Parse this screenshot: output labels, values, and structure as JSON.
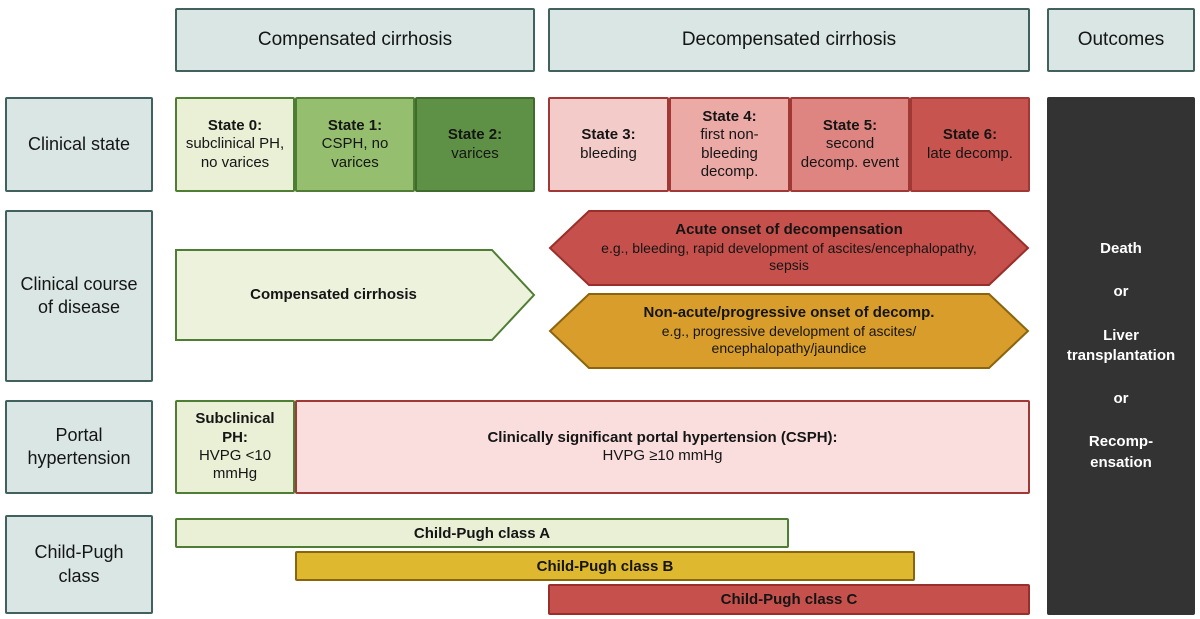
{
  "headers": {
    "compensated": "Compensated cirrhosis",
    "decompensated": "Decompensated cirrhosis",
    "outcomes": "Outcomes"
  },
  "row_labels": {
    "clinical_state": "Clinical state",
    "clinical_course": "Clinical course of disease",
    "portal_hypertension": "Portal hypertension",
    "child_pugh": "Child-Pugh class"
  },
  "clinical_states": [
    {
      "title": "State 0:",
      "desc": "subclinical PH, no varices",
      "bg": "#e9f0d5",
      "border": "#507d34"
    },
    {
      "title": "State 1:",
      "desc": "CSPH, no varices",
      "bg": "#95bf6f",
      "border": "#507d34"
    },
    {
      "title": "State 2:",
      "desc": "varices",
      "bg": "#5e9046",
      "border": "#3f6b2d"
    },
    {
      "title": "State 3:",
      "desc": "bleeding",
      "bg": "#f3cbc9",
      "border": "#a03835"
    },
    {
      "title": "State 4:",
      "desc": "first non-bleeding decomp.",
      "bg": "#ecaaa7",
      "border": "#a03835"
    },
    {
      "title": "State 5:",
      "desc": "second decomp. event",
      "bg": "#df8581",
      "border": "#a03835"
    },
    {
      "title": "State 6:",
      "desc": "late decomp.",
      "bg": "#c7544f",
      "border": "#a03835"
    }
  ],
  "course": {
    "compensated": {
      "label": "Compensated cirrhosis",
      "bg": "#ecf2dc",
      "border": "#507d34"
    },
    "acute": {
      "title": "Acute onset of decompensation",
      "desc": "e.g., bleeding, rapid development of ascites/encephalopathy, sepsis",
      "bg": "#c6504b",
      "border": "#992f2b"
    },
    "non_acute": {
      "title": "Non-acute/progressive onset of decomp.",
      "desc": "e.g., progressive development of ascites/ encephalopathy/jaundice",
      "bg": "#d89d2a",
      "border": "#8a650f"
    }
  },
  "portal": {
    "subclinical": {
      "title": "Subclinical PH:",
      "desc": "HVPG <10 mmHg",
      "bg": "#e9f0d5",
      "border": "#507d34"
    },
    "csph": {
      "title": "Clinically significant portal hypertension (CSPH):",
      "desc": "HVPG ≥10 mmHg",
      "bg": "#f9dedd",
      "border": "#a03835"
    }
  },
  "child_pugh": [
    {
      "label": "Child-Pugh class A",
      "bg": "#e9f0d5",
      "border": "#507d34"
    },
    {
      "label": "Child-Pugh class B",
      "bg": "#deb82e",
      "border": "#8a650f"
    },
    {
      "label": "Child-Pugh class C",
      "bg": "#c6504b",
      "border": "#992f2b"
    }
  ],
  "outcomes": {
    "items": [
      "Death",
      "or",
      "Liver transplantation",
      "or",
      "Recomp-\nensation"
    ],
    "bg": "#333333",
    "text_color": "#ffffff"
  },
  "colors": {
    "header_bg": "#d9e6e3",
    "header_border": "#40615d",
    "text": "#151515"
  }
}
